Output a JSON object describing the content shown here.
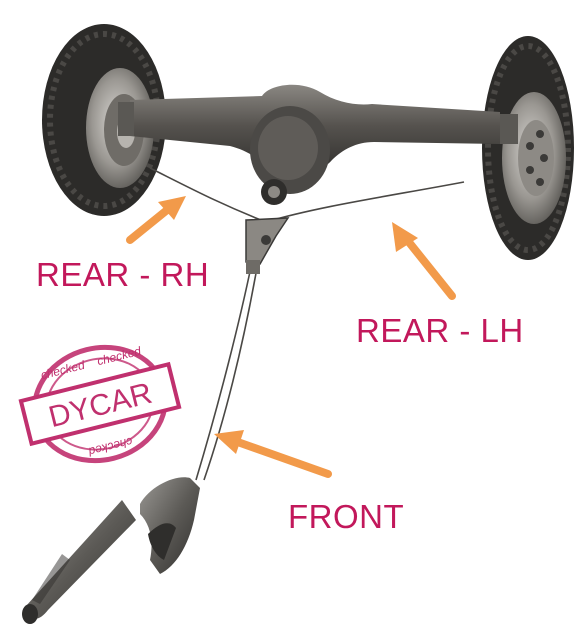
{
  "labels": {
    "rear_rh": "REAR - RH",
    "rear_lh": "REAR - LH",
    "front": "FRONT"
  },
  "stamp": {
    "brand": "DYCAR",
    "ring_text": "checked"
  },
  "colors": {
    "label_text": "#c2185b",
    "arrow": "#f29a4a",
    "stamp": "#c0306e",
    "metal_dark": "#3b3a38",
    "metal_mid": "#6e6b66",
    "tire": "#2c2b29"
  },
  "icons": {
    "arrows": "arrow-icon",
    "stamp": "stamp-icon"
  }
}
